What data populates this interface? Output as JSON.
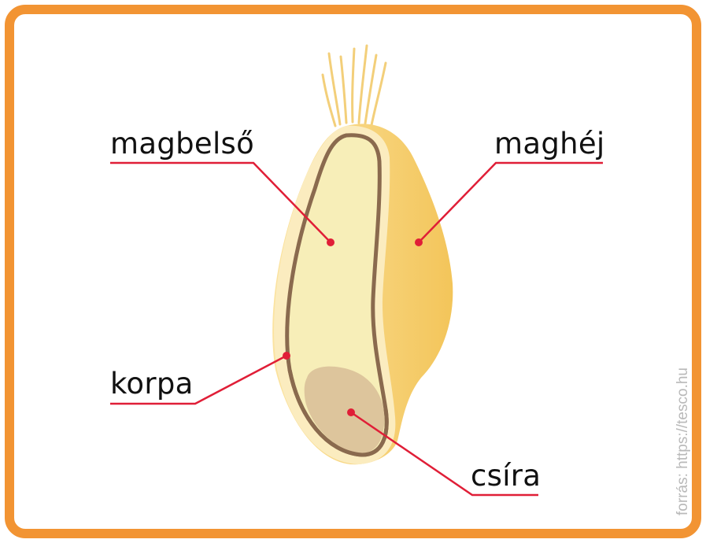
{
  "diagram": {
    "labels": {
      "endosperm": "magbelső",
      "husk": "maghéj",
      "bran": "korpa",
      "germ": "csíra"
    },
    "source": "forrás: https://tesco.hu"
  },
  "colors": {
    "frame": "#f29433",
    "leader_line": "#e01e37",
    "husk": "#f6cf6e",
    "kernel": "#f7eeb8",
    "bran_outline": "#8a6a4e",
    "germ": "#d8bd97"
  }
}
